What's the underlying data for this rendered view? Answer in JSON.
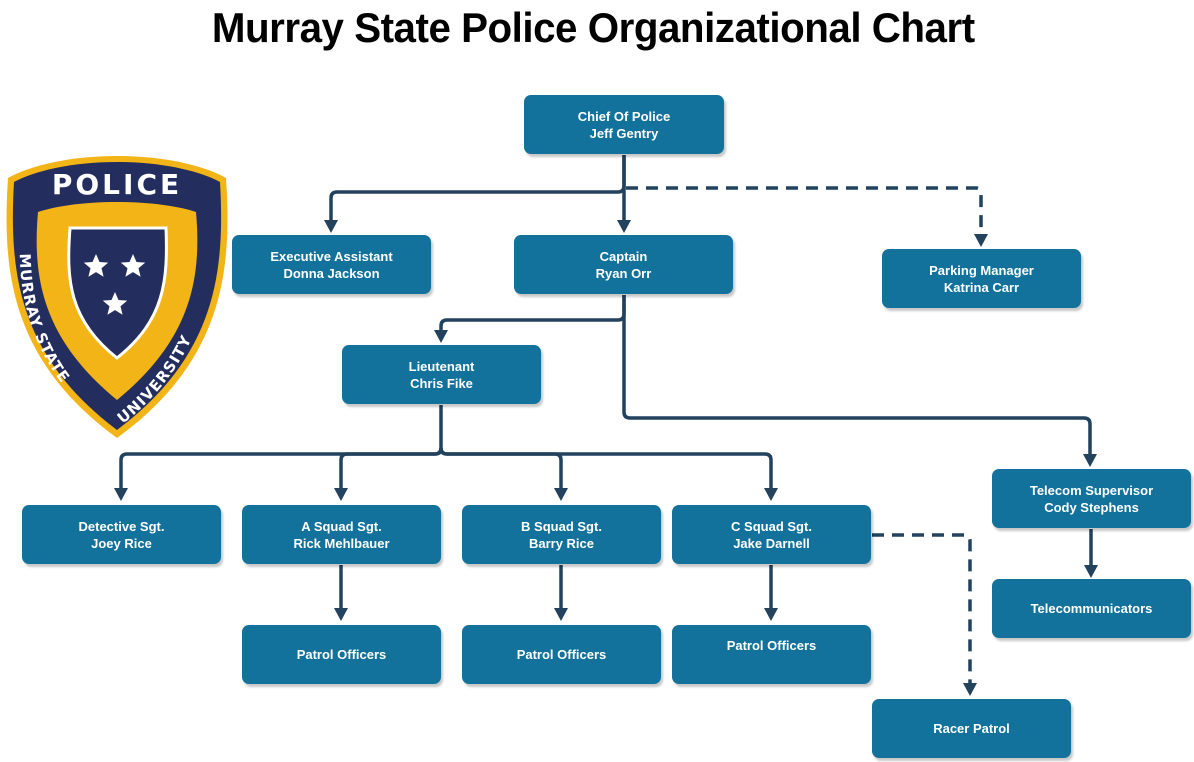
{
  "title": "Murray State Police Organizational Chart",
  "logo": {
    "top_text": "POLICE",
    "left_text": "MURRAY STATE",
    "right_text": "UNIVERSITY",
    "colors": {
      "navy": "#242e5e",
      "gold": "#f2b417",
      "white": "#ffffff"
    }
  },
  "colors": {
    "box": "#13729b",
    "connector": "#22425d",
    "text": "#ffffff"
  },
  "nodes": {
    "chief": {
      "role": "Chief Of Police",
      "name": "Jeff Gentry"
    },
    "exec_assistant": {
      "role": "Executive Assistant",
      "name": "Donna Jackson"
    },
    "captain": {
      "role": "Captain",
      "name": "Ryan Orr"
    },
    "parking": {
      "role": "Parking Manager",
      "name": "Katrina Carr"
    },
    "lieutenant": {
      "role": "Lieutenant",
      "name": "Chris Fike"
    },
    "telecom_sup": {
      "role": "Telecom Supervisor",
      "name": "Cody Stephens"
    },
    "detective": {
      "role": "Detective Sgt.",
      "name": "Joey Rice"
    },
    "a_squad": {
      "role": "A Squad Sgt.",
      "name": "Rick Mehlbauer"
    },
    "b_squad": {
      "role": "B Squad Sgt.",
      "name": "Barry Rice"
    },
    "c_squad": {
      "role": "C Squad Sgt.",
      "name": "Jake Darnell"
    },
    "telecommunicators": {
      "label": "Telecommunicators"
    },
    "patrol_a": {
      "label": "Patrol Officers"
    },
    "patrol_b": {
      "label": "Patrol Officers"
    },
    "patrol_c": {
      "label": "Patrol Officers"
    },
    "racer_patrol": {
      "label": "Racer Patrol"
    }
  },
  "edges": [
    {
      "from": "chief",
      "to": "exec_assistant",
      "style": "solid"
    },
    {
      "from": "chief",
      "to": "captain",
      "style": "solid"
    },
    {
      "from": "chief",
      "to": "parking",
      "style": "dashed"
    },
    {
      "from": "captain",
      "to": "lieutenant",
      "style": "solid"
    },
    {
      "from": "captain",
      "to": "telecom_sup",
      "style": "solid"
    },
    {
      "from": "lieutenant",
      "to": "detective",
      "style": "solid"
    },
    {
      "from": "lieutenant",
      "to": "a_squad",
      "style": "solid"
    },
    {
      "from": "lieutenant",
      "to": "b_squad",
      "style": "solid"
    },
    {
      "from": "lieutenant",
      "to": "c_squad",
      "style": "solid"
    },
    {
      "from": "a_squad",
      "to": "patrol_a",
      "style": "solid"
    },
    {
      "from": "b_squad",
      "to": "patrol_b",
      "style": "solid"
    },
    {
      "from": "c_squad",
      "to": "patrol_c",
      "style": "solid"
    },
    {
      "from": "c_squad",
      "to": "racer_patrol",
      "style": "dashed"
    },
    {
      "from": "telecom_sup",
      "to": "telecommunicators",
      "style": "solid"
    }
  ]
}
